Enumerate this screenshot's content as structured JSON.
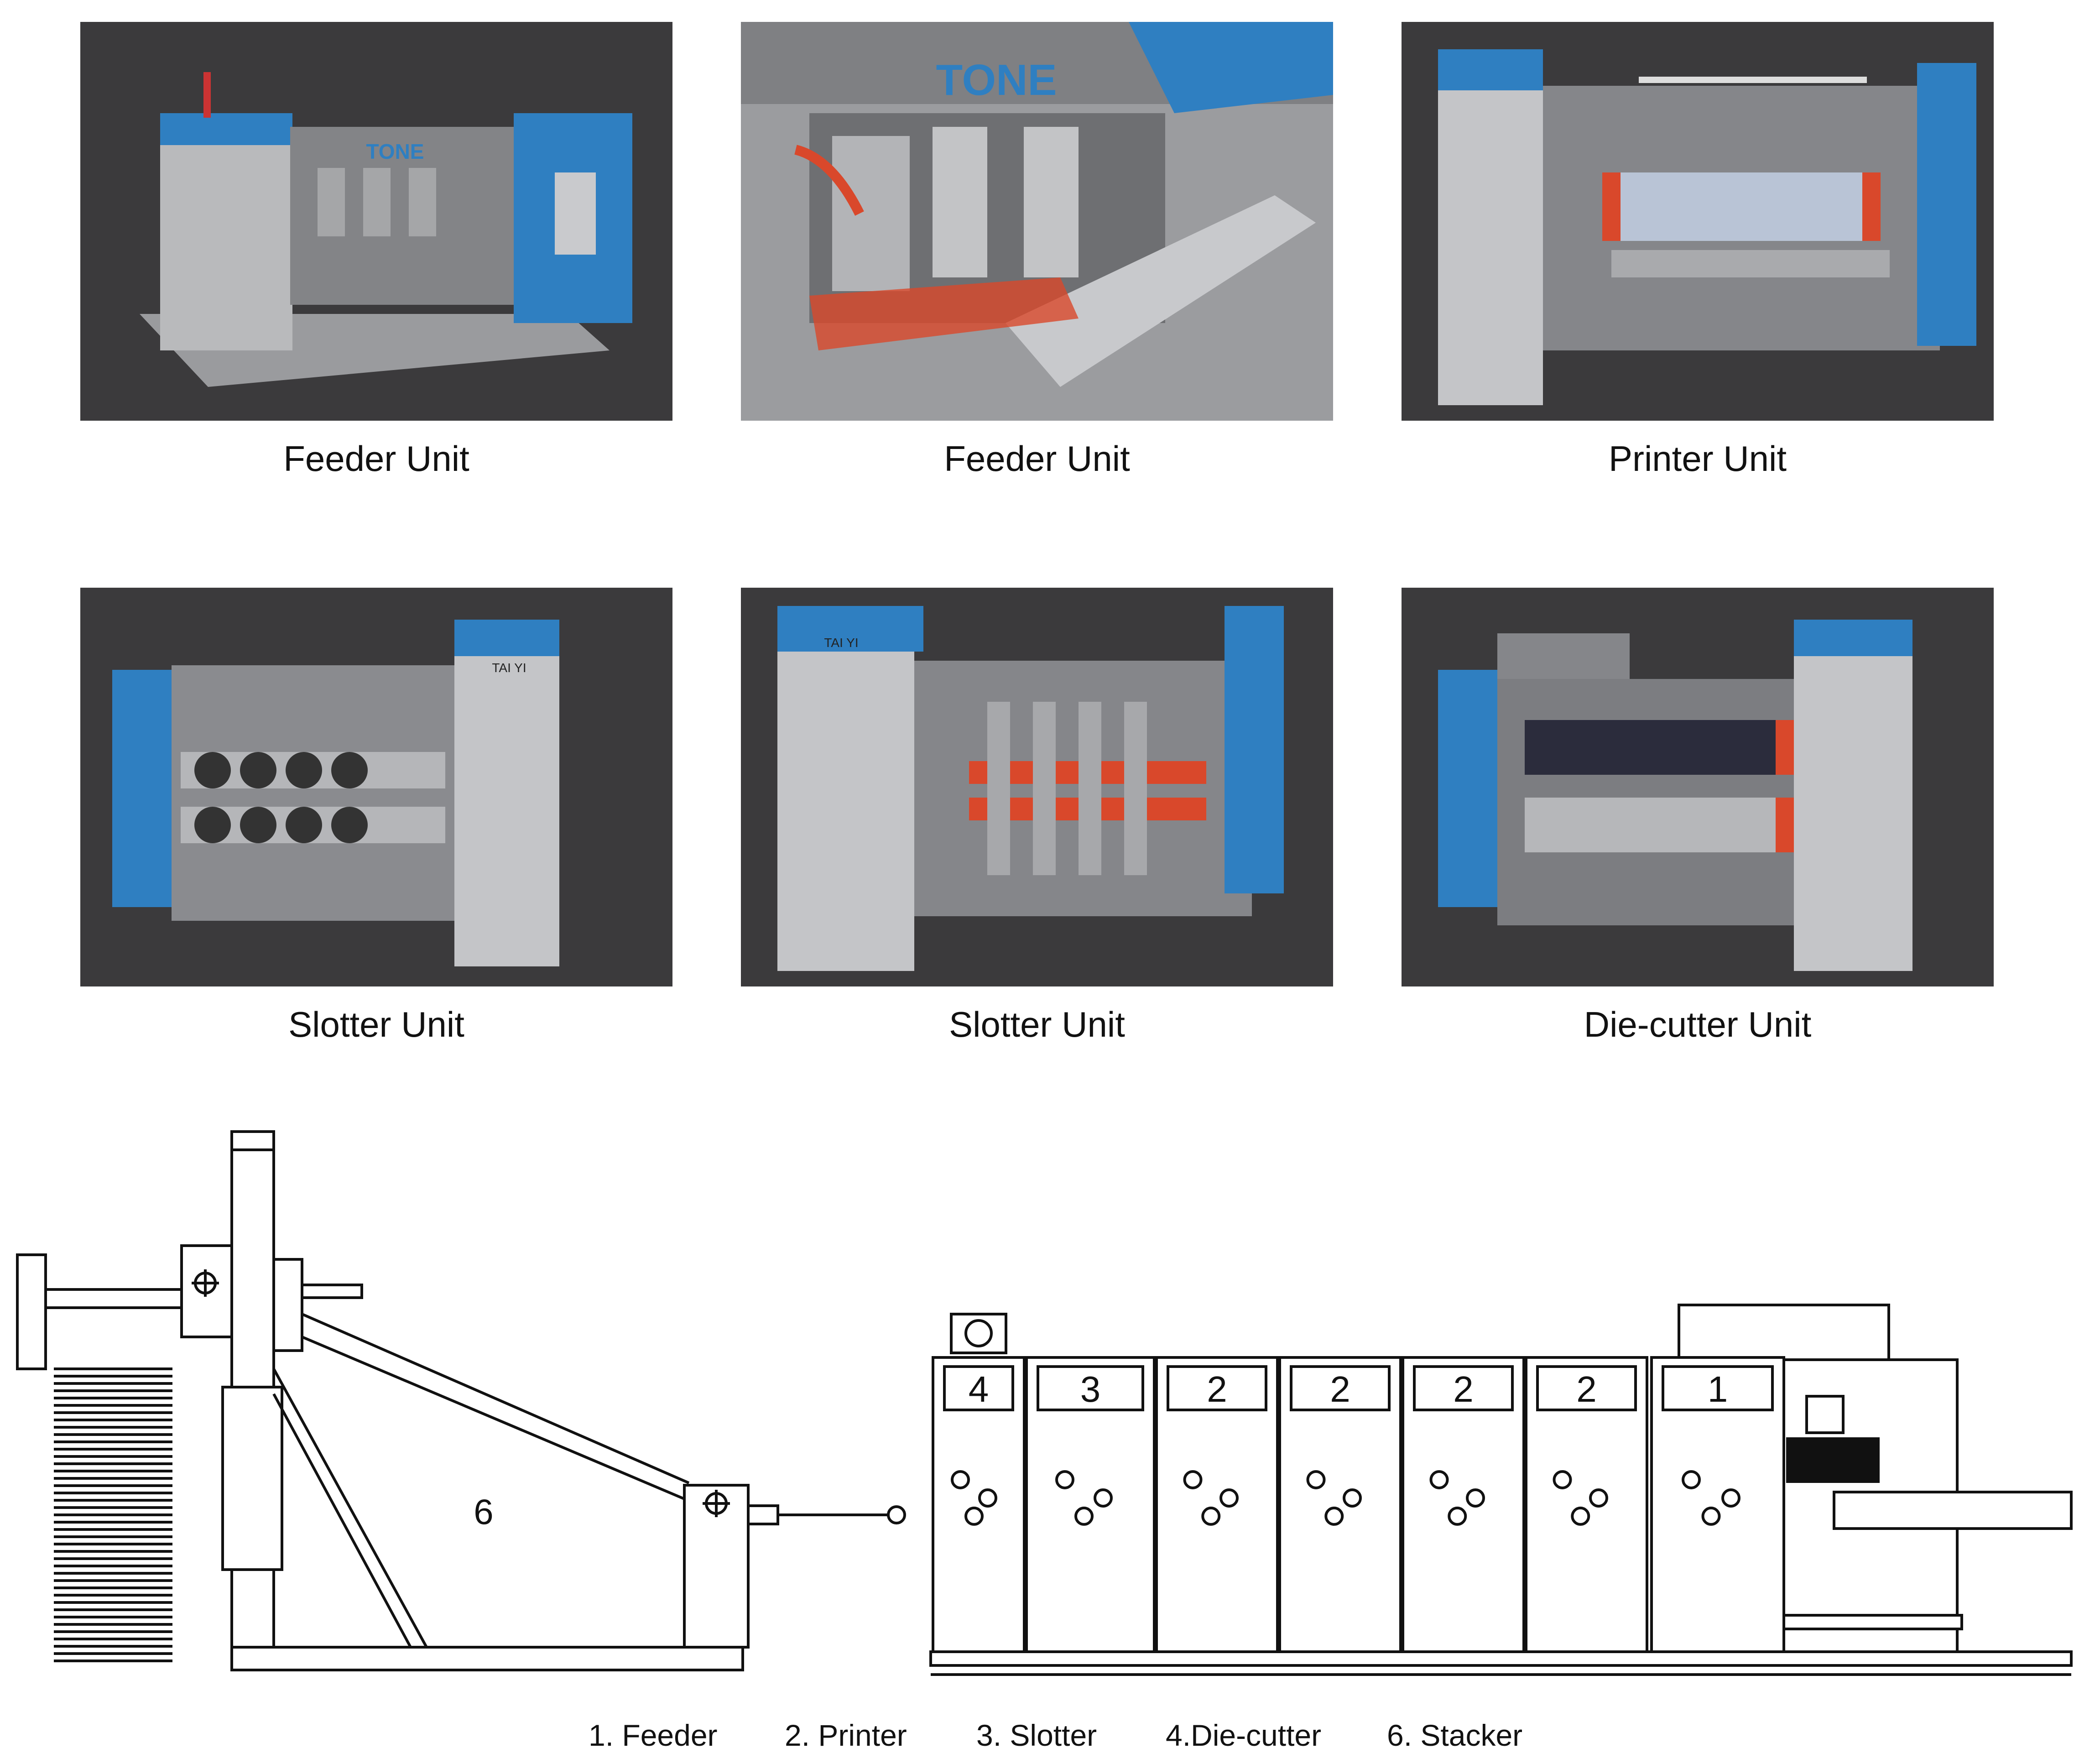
{
  "photos": [
    {
      "caption": "Feeder Unit",
      "icon": "machine-photo"
    },
    {
      "caption": "Feeder Unit",
      "icon": "machine-photo"
    },
    {
      "caption": "Printer Unit",
      "icon": "machine-photo"
    },
    {
      "caption": "Slotter Unit",
      "icon": "machine-photo"
    },
    {
      "caption": "Slotter Unit",
      "icon": "machine-photo"
    },
    {
      "caption": "Die-cutter Unit",
      "icon": "machine-photo"
    }
  ],
  "brand_marks": {
    "tone": "TONE",
    "taiyi": "TAI YI"
  },
  "diagram": {
    "stacker_label": "6",
    "unit_labels": [
      "4",
      "3",
      "2",
      "2",
      "2",
      "2",
      "1"
    ]
  },
  "legend": [
    "1. Feeder",
    "2. Printer",
    "3. Slotter",
    "4.Die-cutter",
    "6. Stacker"
  ],
  "colors": {
    "photo_background": "#3b3a3c",
    "machine_blue": "#2f7fc1",
    "machine_grey": "#8c8d90",
    "accent_red": "#d9482b"
  }
}
